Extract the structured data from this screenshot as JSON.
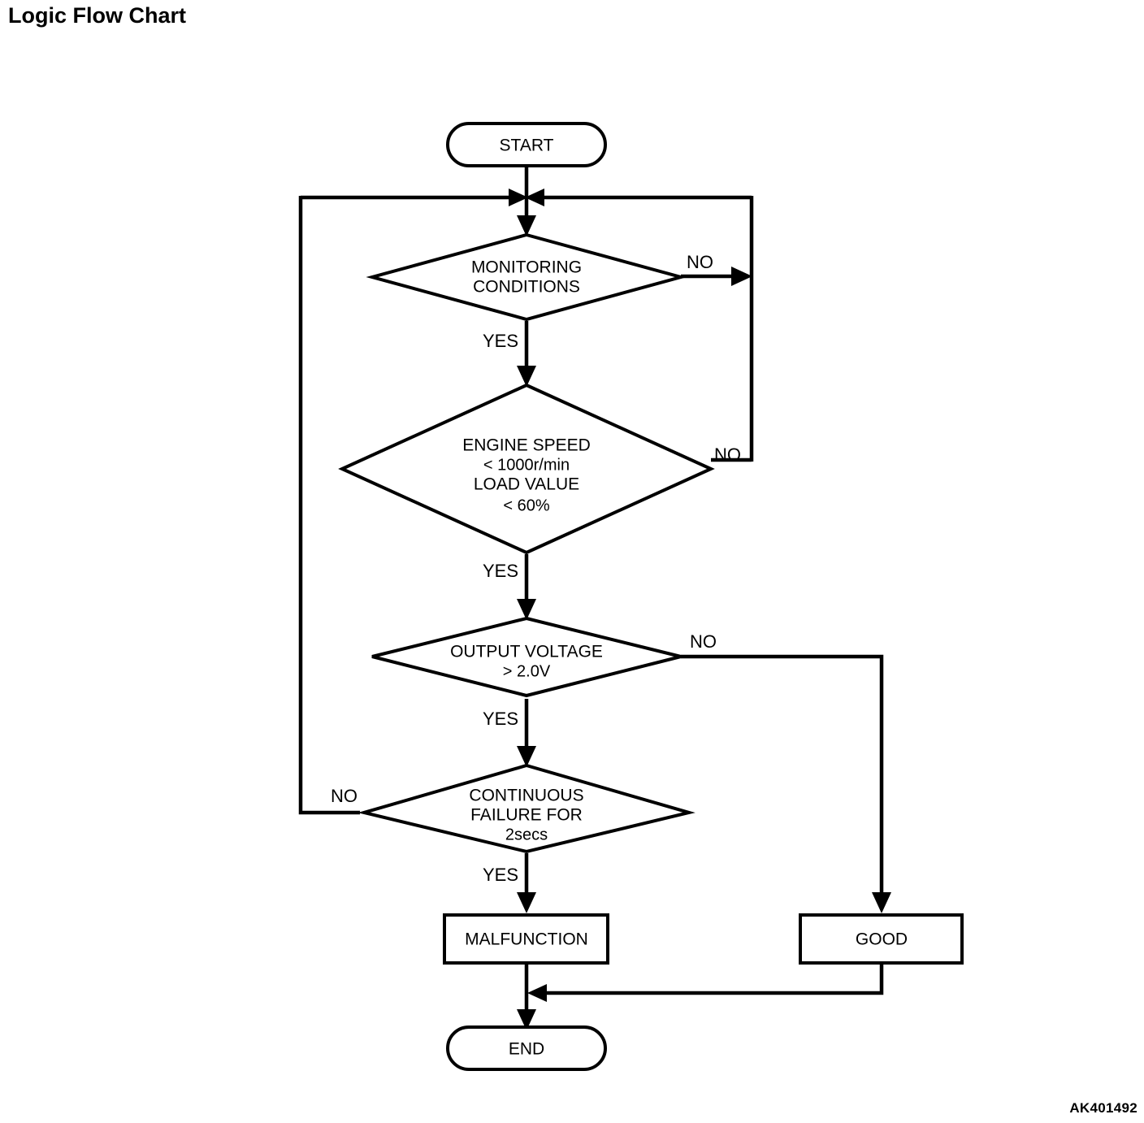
{
  "title": "Logic Flow Chart",
  "figure_code": "AK401492",
  "chart_data": {
    "type": "diagram",
    "diagram_type": "flowchart",
    "title": "Logic Flow Chart",
    "nodes": [
      {
        "id": "start",
        "shape": "terminator",
        "label": "START"
      },
      {
        "id": "monitoring",
        "shape": "decision",
        "label": "MONITORING CONDITIONS",
        "lines": [
          "MONITORING",
          "CONDITIONS"
        ]
      },
      {
        "id": "engine_speed",
        "shape": "decision",
        "label": "ENGINE SPEED < 1000r/min LOAD VALUE < 60%",
        "lines": [
          "ENGINE SPEED",
          "< 1000r/min",
          "LOAD VALUE",
          "< 60%"
        ]
      },
      {
        "id": "output_voltage",
        "shape": "decision",
        "label": "OUTPUT VOLTAGE > 2.0V",
        "lines": [
          "OUTPUT VOLTAGE",
          "> 2.0V"
        ]
      },
      {
        "id": "continuous_failure",
        "shape": "decision",
        "label": "CONTINUOUS FAILURE FOR 2secs",
        "lines": [
          "CONTINUOUS",
          "FAILURE FOR",
          "2secs"
        ]
      },
      {
        "id": "malfunction",
        "shape": "process",
        "label": "MALFUNCTION"
      },
      {
        "id": "good",
        "shape": "process",
        "label": "GOOD"
      },
      {
        "id": "end",
        "shape": "terminator",
        "label": "END"
      }
    ],
    "edges": [
      {
        "from": "start",
        "to": "monitoring",
        "label": ""
      },
      {
        "from": "monitoring",
        "to": "engine_speed",
        "label": "YES"
      },
      {
        "from": "monitoring",
        "to": "start_junction",
        "label": "NO"
      },
      {
        "from": "engine_speed",
        "to": "output_voltage",
        "label": "YES"
      },
      {
        "from": "engine_speed",
        "to": "start_junction",
        "label": "NO"
      },
      {
        "from": "output_voltage",
        "to": "continuous_failure",
        "label": "YES"
      },
      {
        "from": "output_voltage",
        "to": "good",
        "label": "NO"
      },
      {
        "from": "continuous_failure",
        "to": "malfunction",
        "label": "YES"
      },
      {
        "from": "continuous_failure",
        "to": "start_junction",
        "label": "NO"
      },
      {
        "from": "malfunction",
        "to": "end",
        "label": ""
      },
      {
        "from": "good",
        "to": "end",
        "label": ""
      }
    ]
  },
  "nodes": {
    "start": {
      "label": "START"
    },
    "monitoring": {
      "line1": "MONITORING",
      "line2": "CONDITIONS"
    },
    "engine_speed": {
      "line1": "ENGINE SPEED",
      "line2": "< 1000r/min",
      "line3": "LOAD VALUE",
      "line4": "< 60%"
    },
    "output_voltage": {
      "line1": "OUTPUT VOLTAGE",
      "line2": "> 2.0V"
    },
    "continuous_failure": {
      "line1": "CONTINUOUS",
      "line2": "FAILURE FOR",
      "line3": "2secs"
    },
    "malfunction": {
      "label": "MALFUNCTION"
    },
    "good": {
      "label": "GOOD"
    },
    "end": {
      "label": "END"
    }
  },
  "edge_labels": {
    "monitoring_no": "NO",
    "monitoring_yes": "YES",
    "engine_speed_no": "NO",
    "engine_speed_yes": "YES",
    "output_voltage_no": "NO",
    "output_voltage_yes": "YES",
    "continuous_failure_no": "NO",
    "continuous_failure_yes": "YES"
  },
  "colors": {
    "stroke": "#000000",
    "fill": "#ffffff",
    "text": "#000000"
  }
}
